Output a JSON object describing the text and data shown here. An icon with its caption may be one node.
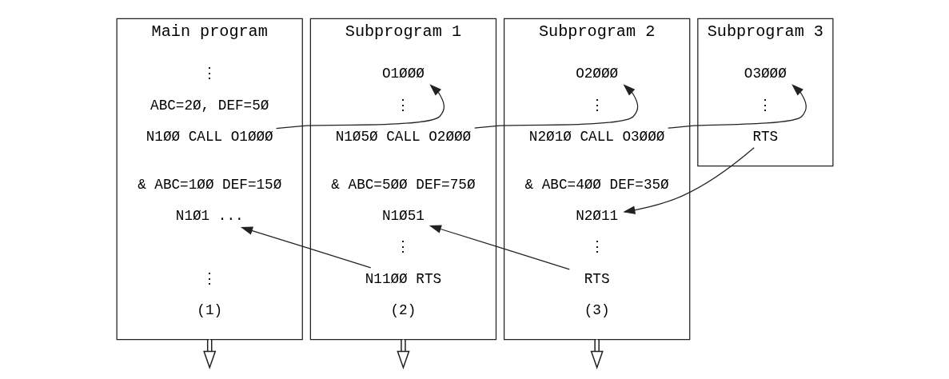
{
  "diagram": {
    "nodes": [
      {
        "text": [
          "Main program"
        ],
        "beside": [
          "(1)"
        ]
      },
      {
        "text": [
          "⋮"
        ],
        "in": 0
      },
      {
        "text": [
          "ABC=2Ø, DEF=5Ø"
        ],
        "in": 0
      },
      {
        "text": [
          "N1ØØ CALL O1ØØØ"
        ],
        "in": 0
      },
      {
        "text": [
          "& ABC=1ØØ DEF=15Ø"
        ],
        "in": 0
      },
      {
        "text": [
          "N1Ø1 ..."
        ],
        "in": 0
      },
      {
        "text": [
          "⋮"
        ],
        "in": 0
      },
      {
        "text": [
          "Subprogram 1"
        ],
        "beside": [
          "(2)"
        ]
      },
      {
        "text": [
          "O1ØØØ"
        ],
        "in": 7
      },
      {
        "text": [
          "⋮"
        ],
        "in": 7
      },
      {
        "text": [
          "N1Ø5Ø CALL O2ØØØ"
        ],
        "in": 7
      },
      {
        "text": [
          "& ABC=5ØØ DEF=75Ø"
        ],
        "in": 7
      },
      {
        "text": [
          "N1Ø51"
        ],
        "in": 7
      },
      {
        "text": [
          "⋮"
        ],
        "in": 7
      },
      {
        "text": [
          "N11ØØ RTS"
        ],
        "in": 7
      },
      {
        "text": [
          "Subprogram 2"
        ],
        "beside": [
          "(3)"
        ]
      },
      {
        "text": [
          "O2ØØØ"
        ],
        "in": 15
      },
      {
        "text": [
          "⋮"
        ],
        "in": 15
      },
      {
        "text": [
          "N2Ø1Ø CALL O3ØØØ"
        ],
        "in": 15
      },
      {
        "text": [
          "& ABC=4ØØ DEF=35Ø"
        ],
        "in": 15
      },
      {
        "text": [
          "N2Ø11"
        ],
        "in": 15
      },
      {
        "text": [
          "⋮"
        ],
        "in": 15
      },
      {
        "text": [
          "RTS"
        ],
        "in": 15
      },
      {
        "text": [
          "Subprogram 3"
        ]
      },
      {
        "text": [
          "O3ØØØ"
        ],
        "in": 23
      },
      {
        "text": [
          "⋮"
        ],
        "in": 23
      },
      {
        "text": [
          "RTS"
        ],
        "in": 23
      }
    ],
    "edges": [
      {
        "from": 3,
        "to": 8,
        "arrow": "to"
      },
      {
        "from": 14,
        "to": 5,
        "arrow": "to"
      },
      {
        "from": 10,
        "to": 16,
        "arrow": "to"
      },
      {
        "from": 22,
        "to": 12,
        "arrow": "to"
      },
      {
        "from": 18,
        "to": 24,
        "arrow": "to"
      },
      {
        "from": 26,
        "to": 20,
        "arrow": "to"
      },
      {
        "from": 0,
        "to": null,
        "arrow": "to"
      },
      {
        "from": 7,
        "to": null,
        "arrow": "to"
      },
      {
        "from": 15,
        "to": null,
        "arrow": "to"
      }
    ]
  }
}
